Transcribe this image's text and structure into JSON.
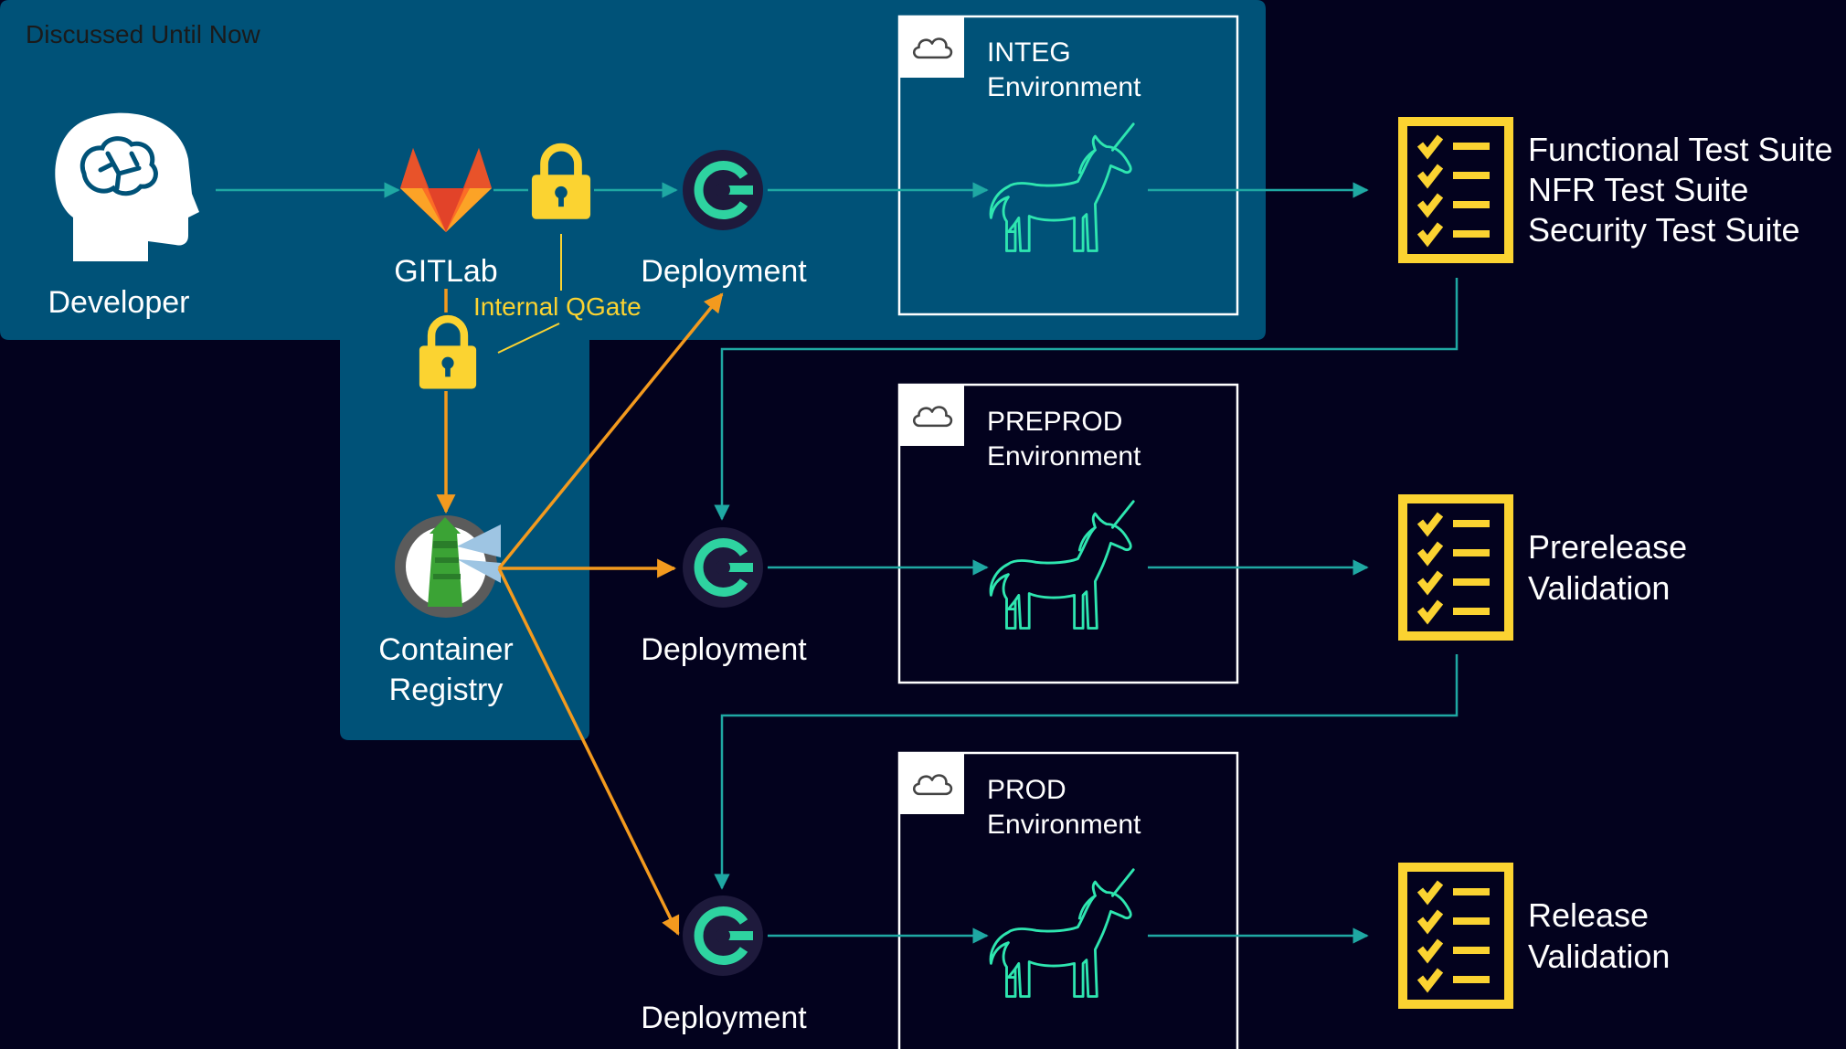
{
  "title": "Discussed Until Now",
  "colors": {
    "background": "#03021e",
    "panel": "#005278",
    "teal_arrow": "#1fa8a3",
    "orange_arrow": "#f39a1e",
    "lock_yellow": "#fbd331",
    "checklist_yellow": "#fbd331",
    "unicorn": "#2ee6b0",
    "deploy_green": "#2ed3a0",
    "gitlab_orange": "#e8532a"
  },
  "nodes": {
    "developer": {
      "label": "Developer",
      "icon": "brain-head-icon"
    },
    "gitlab": {
      "label": "GITLab",
      "icon": "gitlab-fox-icon"
    },
    "qgate": {
      "label": "Internal QGate",
      "icon": "lock-icon"
    },
    "registry": {
      "label_line1": "Container",
      "label_line2": "Registry",
      "icon": "lighthouse-icon"
    },
    "deploy1": {
      "label": "Deployment",
      "icon": "deployment-logo-icon"
    },
    "deploy2": {
      "label": "Deployment",
      "icon": "deployment-logo-icon"
    },
    "deploy3": {
      "label": "Deployment",
      "icon": "deployment-logo-icon"
    }
  },
  "environments": [
    {
      "name": "INTEG",
      "subtitle": "Environment",
      "icon": "cloud-icon",
      "mascot": "unicorn-icon"
    },
    {
      "name": "PREPROD",
      "subtitle": "Environment",
      "icon": "cloud-icon",
      "mascot": "unicorn-icon"
    },
    {
      "name": "PROD",
      "subtitle": "Environment",
      "icon": "cloud-icon",
      "mascot": "unicorn-icon"
    }
  ],
  "test_suites": [
    {
      "icon": "checklist-icon",
      "lines": [
        "Functional Test Suite",
        "NFR Test Suite",
        "Security Test Suite"
      ]
    },
    {
      "icon": "checklist-icon",
      "lines": [
        "Prerelease",
        "Validation"
      ]
    },
    {
      "icon": "checklist-icon",
      "lines": [
        "Release",
        "Validation"
      ]
    }
  ]
}
